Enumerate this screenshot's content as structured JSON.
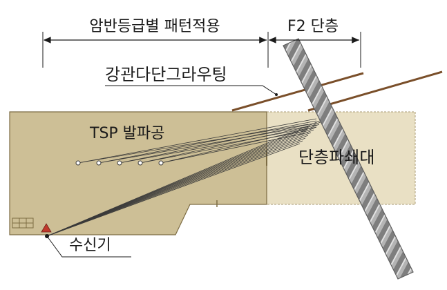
{
  "labels": {
    "rock_grade_pattern": "암반등급별 패턴적용",
    "fault_f2": "F2 단층",
    "steel_pipe_grouting": "강관다단그라우팅",
    "tsp_blast_holes": "TSP 발파공",
    "fault_fracture_zone": "단층파쇄대",
    "receiver": "수신기"
  },
  "colors": {
    "rock_fill": "#cdbf96",
    "rock_edge": "#7d6c43",
    "fault_zone_fill": "#e9e0c4",
    "grout_pipe": "#7a4f2a",
    "fault_rope": "#9a9a9a",
    "receiver_marker": "#c0392b",
    "text": "#1a1a1a"
  },
  "blast_holes": {
    "count": 5
  }
}
